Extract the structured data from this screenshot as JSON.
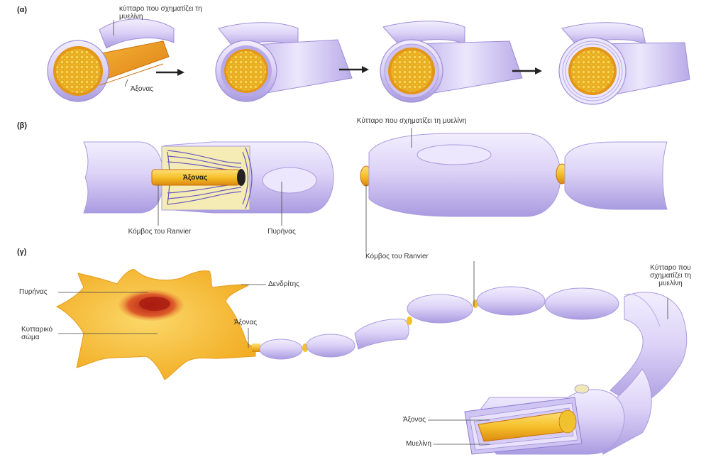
{
  "panel_a": {
    "label": "(α)",
    "myelin_cell": "κύτταρο που σχηματίζει τη μυελίνη",
    "axon": "Άξονας"
  },
  "panel_b": {
    "label": "(β)",
    "myelin_cell": "Κύτταρο που σχηματίζει τη μυελίνη",
    "axon": "Άξονας",
    "node_left": "Κόμβος του Ranvier",
    "nucleus": "Πυρήνας",
    "node_right": "Κόμβος του Ranvier"
  },
  "panel_c": {
    "label": "(γ)",
    "nucleus": "Πυρήνας",
    "dendrite": "Δενδρίτης",
    "cell_body": "Κυτταρικό σώμα",
    "axon": "Άξονας",
    "myelin_cell": "Κύτταρο που σχηματίζει τη μυελίνη",
    "axon_cut": "Άξονας",
    "myelin": "Μυελίνη"
  },
  "colors": {
    "myelin": "#d7cff5",
    "myelin_dark": "#9f8fd8",
    "axon": "#f3c12a",
    "axon_dark": "#e08a14",
    "cell_body": "#f8c23a",
    "nucleus": "#c8301c"
  }
}
